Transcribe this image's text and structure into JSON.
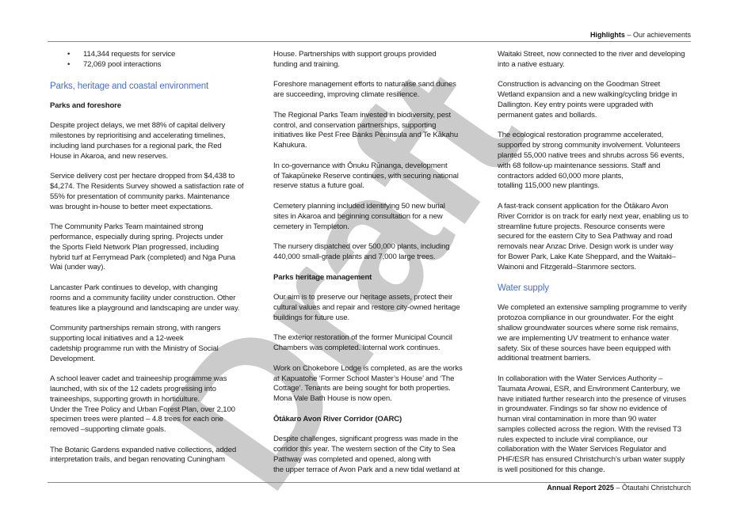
{
  "header": {
    "section": "Highlights",
    "sep": " – ",
    "subtitle": "Our achievements"
  },
  "footer": {
    "report": "Annual Report 2025",
    "sep": " – ",
    "city": "Ōtautahi Christchurch"
  },
  "watermark": "Draft",
  "colors": {
    "heading": "#4a6fc4",
    "watermark": "#cbcbcb"
  },
  "columns": [
    {
      "blocks": [
        {
          "type": "bullets",
          "lines": [
            "114,344 requests for service",
            "72,069 pool interactions"
          ]
        },
        {
          "type": "heading",
          "lines": [
            "Parks, heritage and coastal environment"
          ]
        },
        {
          "type": "sub",
          "lines": [
            "Parks and foreshore"
          ]
        },
        {
          "type": "para",
          "lines": [
            "Despite project delays, we met 88% of capital delivery",
            "milestones by reprioritising and accelerating timelines,",
            "including land purchases for a regional park, the Red",
            "House in Akaroa, and new reserves."
          ]
        },
        {
          "type": "para",
          "lines": [
            "Service delivery cost per hectare dropped from $4,438 to",
            "$4,274. The Residents Survey showed a satisfaction rate of",
            "55% for presentation of community parks. Maintenance",
            "was brought in-house to better meet expectations."
          ]
        },
        {
          "type": "para",
          "lines": [
            "The Community Parks Team maintained strong",
            "performance, especially during spring. Projects under",
            "the Sports Field Network Plan progressed, including",
            "hybrid turf at Ferrymead Park (completed) and Nga Puna",
            "Wai (under way)."
          ]
        },
        {
          "type": "para",
          "lines": [
            "Lancaster Park continues to develop, with changing",
            "rooms and a community facility under construction. Other",
            "features like a playground and landscaping are under way."
          ]
        },
        {
          "type": "para",
          "lines": [
            "Community partnerships remain strong, with rangers",
            "supporting local initiatives and a 12-week",
            "cadetship programme run with the Ministry of Social",
            "Development."
          ]
        },
        {
          "type": "para",
          "lines": [
            "A school leaver cadet and traineeship programme was",
            "launched, with six of the 12 cadets progressing into",
            "traineeships, supporting growth in horticulture.",
            "Under the Tree Policy and Urban Forest Plan, over 2,100",
            "specimen trees were planted – 4.8 trees for each one",
            "removed –supporting climate goals."
          ]
        },
        {
          "type": "para",
          "lines": [
            "The Botanic Gardens expanded native collections, added",
            "interpretation trails, and began renovating Cuningham"
          ]
        }
      ]
    },
    {
      "blocks": [
        {
          "type": "para",
          "lines": [
            "House. Partnerships with support groups provided",
            "funding and training."
          ]
        },
        {
          "type": "para",
          "lines": [
            "Foreshore management efforts to naturalise sand dunes",
            "are succeeding, improving climate resilience."
          ]
        },
        {
          "type": "para",
          "lines": [
            "The Regional Parks Team invested in biodiversity, pest",
            "control, and conservation partnerships, supporting",
            "initiatives like Pest Free Banks Peninsula and Te Kākahu",
            "Kahukura."
          ]
        },
        {
          "type": "para",
          "lines": [
            "In co-governance with Ōnuku Rūnanga, development",
            "of Takapūneke Reserve continues, with securing national",
            "reserve status a future goal."
          ]
        },
        {
          "type": "para",
          "lines": [
            "Cemetery planning included identifying 50 new burial",
            "sites in Akaroa and beginning consultation for a new",
            "cemetery in Templeton."
          ]
        },
        {
          "type": "para",
          "lines": [
            "The nursery dispatched over 500,000 plants, including",
            "440,000 small-grade plants and 7,000 large trees."
          ]
        },
        {
          "type": "sub",
          "lines": [
            "Parks heritage management"
          ]
        },
        {
          "type": "para",
          "lines": [
            "Our aim is to preserve our heritage assets, protect their",
            "cultural values and repair and restore city-owned heritage",
            "buildings for future use."
          ]
        },
        {
          "type": "para",
          "lines": [
            "The exterior restoration of the former Municipal Council",
            "Chambers was completed. Internal work continues."
          ]
        },
        {
          "type": "para",
          "lines": [
            "Work on Chokebore Lodge is completed, as are the works",
            "at Kapuatohe ‘Former School Master’s House’ and ‘The",
            "Cottage’. Tenants are being sought for both properties.",
            "Mona Vale Bath House is now open."
          ]
        },
        {
          "type": "sub",
          "lines": [
            "Ōtākaro Avon River Corridor (OARC)"
          ]
        },
        {
          "type": "para",
          "lines": [
            "Despite challenges, significant progress was made in the",
            "corridor this year. The western section of the City to Sea",
            "Pathway was completed and opened, along with",
            "the upper terrace of Avon Park and a new tidal wetland at"
          ]
        }
      ]
    },
    {
      "blocks": [
        {
          "type": "para",
          "lines": [
            "Waitaki Street, now connected to the river and developing",
            "into a native estuary."
          ]
        },
        {
          "type": "para",
          "lines": [
            "Construction is advancing on the Goodman Street",
            "Wetland expansion and a new walking/cycling bridge in",
            "Dallington. Key entry points were upgraded with",
            "permanent gates and bollards."
          ]
        },
        {
          "type": "para",
          "lines": [
            "The ecological restoration programme accelerated,",
            "supported by strong community involvement. Volunteers",
            "planted 55,000 native trees and shrubs across 56 events,",
            "with 68 follow-up maintenance sessions. Staff and",
            "contractors added 60,000 more plants,",
            "totalling 115,000 new plantings."
          ]
        },
        {
          "type": "para",
          "lines": [
            "A fast-track consent application for the Ōtākaro Avon",
            "River Corridor is on track for early next year, enabling us to",
            "streamline future projects. Resource consents were",
            "secured for the eastern City to Sea Pathway and road",
            "removals near Anzac Drive. Design work is under way",
            "for Bower Park, Lake Kate Sheppard, and the Waitaki–",
            "Wainoni and Fitzgerald–Stanmore sectors."
          ]
        },
        {
          "type": "heading",
          "lines": [
            "Water supply"
          ]
        },
        {
          "type": "para",
          "lines": [
            "We completed an extensive sampling programme to verify",
            "protozoa compliance in our groundwater. For the eight",
            "shallow groundwater sources where some risk remains,",
            "we are implementing UV treatment to enhance water",
            "safety. Six of these sources have been equipped with",
            "additional treatment barriers."
          ]
        },
        {
          "type": "para",
          "lines": [
            "In collaboration with the Water Services Authority –",
            "Taumata Arowai, ESR, and Environment Canterbury, we",
            "have initiated further research into the presence of viruses",
            "in groundwater. Findings so far show no evidence of",
            "human viral contamination in more than 90 water",
            "samples collected across the region.  With the revised T3",
            "rules expected to include viral compliance, our",
            "collaboration with the Water Services Regulator and",
            "PHF/ESR has ensured Christchurch’s urban water supply",
            "is well positioned for this change."
          ]
        }
      ]
    }
  ]
}
